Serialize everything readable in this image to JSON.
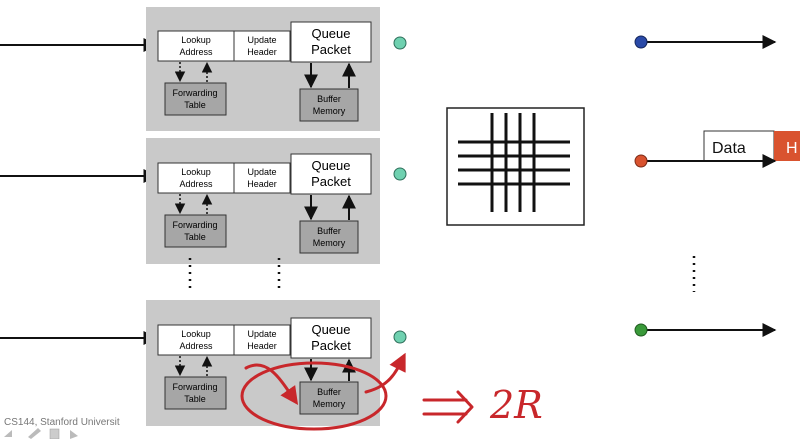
{
  "linecards": [
    {
      "lookup": [
        "Lookup",
        "Address"
      ],
      "update": [
        "Update",
        "Header"
      ],
      "queue": [
        "Queue",
        "Packet"
      ],
      "forwarding": [
        "Forwarding",
        "Table"
      ],
      "buffer": [
        "Buffer",
        "Memory"
      ]
    },
    {
      "lookup": [
        "Lookup",
        "Address"
      ],
      "update": [
        "Update",
        "Header"
      ],
      "queue": [
        "Queue",
        "Packet"
      ],
      "forwarding": [
        "Forwarding",
        "Table"
      ],
      "buffer": [
        "Buffer",
        "Memory"
      ]
    },
    {
      "lookup": [
        "Lookup",
        "Address"
      ],
      "update": [
        "Update",
        "Header"
      ],
      "queue": [
        "Queue",
        "Packet"
      ],
      "forwarding": [
        "Forwarding",
        "Table"
      ],
      "buffer": [
        "Buffer",
        "Memory"
      ]
    }
  ],
  "packet": {
    "data_label": "Data",
    "header_label": "H"
  },
  "output_ports": [
    {
      "color": "#2a4aa8"
    },
    {
      "color": "#d9532f"
    },
    {
      "color": "#3a9a3a"
    }
  ],
  "input_dot_color": "#6fd1b0",
  "header_color": "#d9532f",
  "annotation": {
    "text": "2R",
    "color": "#c8272b"
  },
  "footer": {
    "text": "CS144, Stanford Universit"
  }
}
